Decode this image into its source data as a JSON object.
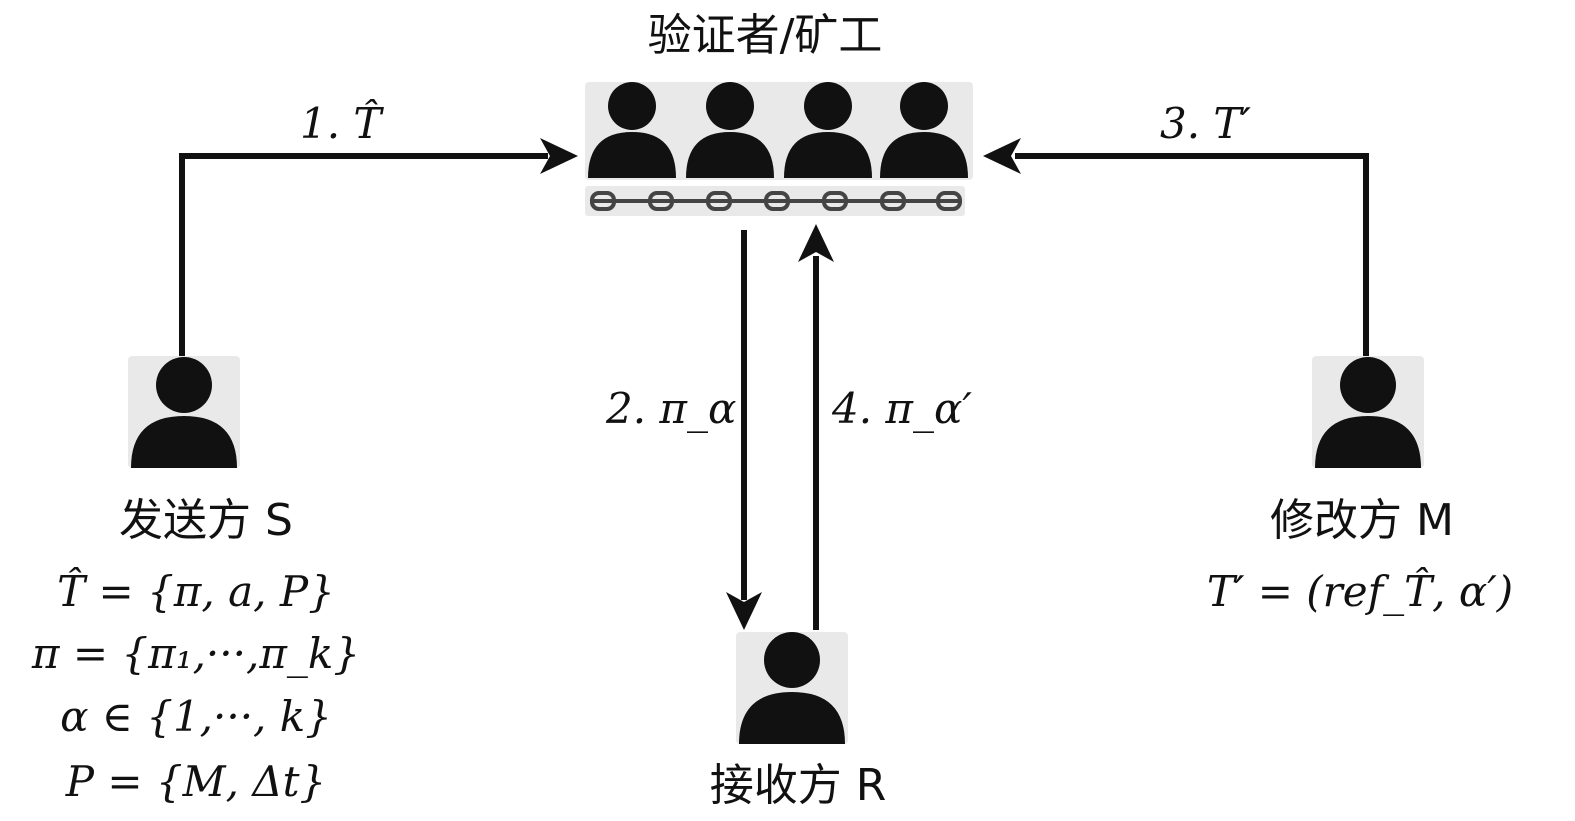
{
  "validators": {
    "title": "验证者/矿工"
  },
  "sender": {
    "label": "发送方 S",
    "formulas": [
      "T̂ = {π, a, P}",
      "π = {π₁,···,π_k}",
      "α ∈ {1,···, k}",
      "P = {M, Δt}"
    ]
  },
  "modifier": {
    "label": "修改方 M",
    "formula": "T′ = (ref_T̂, α′)"
  },
  "receiver": {
    "label": "接收方 R"
  },
  "arrows": {
    "step1": "1. T̂",
    "step2": "2. π_α",
    "step3": "3. T′",
    "step4": "4. π_α′"
  },
  "colors": {
    "ink": "#111111",
    "halo": "#e9e9e9"
  }
}
